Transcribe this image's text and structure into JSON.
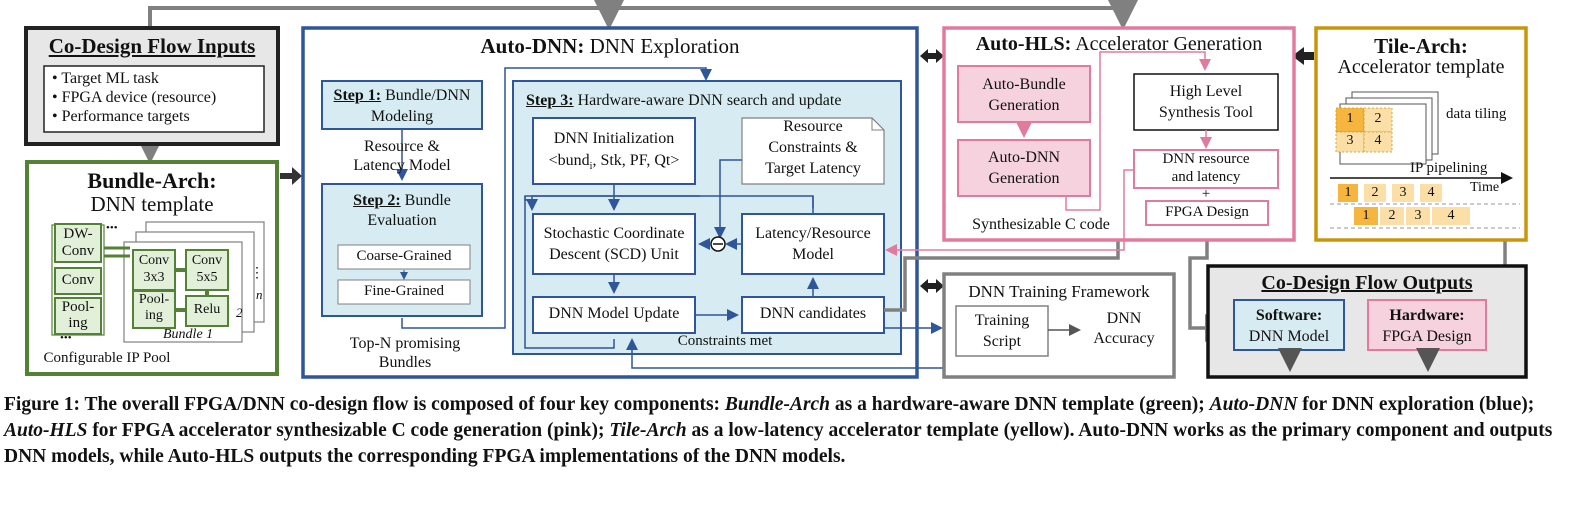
{
  "colors": {
    "blue": "#2f559b",
    "green": "#538135",
    "pink": "#e27aa0",
    "gold": "#c8960b",
    "gray": "#808080",
    "black": "#222222",
    "light_blue": "#d7ecf2",
    "light_pink": "#f6d2de",
    "light_gray": "#e7e7e7",
    "light_green": "#e2efd9",
    "tile_orange": "#f5b53f",
    "tile_light": "#fbdfa6"
  },
  "inputs": {
    "title": "Co-Design Flow Inputs",
    "items": [
      "• Target ML task",
      "• FPGA device (resource)",
      "• Performance targets"
    ]
  },
  "bundle_arch": {
    "title_bold": "Bundle-Arch:",
    "title_rest": "DNN template",
    "pool_items": [
      "DW-Conv",
      "Conv",
      "Pool-ing"
    ],
    "pool_dots": "•••",
    "pool_dots2": "•••",
    "pool_label": "Configurable IP Pool",
    "modules": [
      "Conv 3x3",
      "Conv 5x5",
      "Pool-ing",
      "Relu"
    ],
    "bundle_label": "Bundle 1",
    "stack_labels": [
      "2",
      "n"
    ],
    "stack_dots": "⋮"
  },
  "auto_dnn": {
    "title_bold": "Auto-DNN:",
    "title_rest": "DNN Exploration",
    "step1": {
      "bold": "Step 1:",
      "rest": "Bundle/DNN",
      "line2": "Modeling"
    },
    "model_label": [
      "Resource &",
      "Latency Model"
    ],
    "step2": {
      "bold": "Step 2:",
      "rest": "Bundle",
      "line2": "Evaluation"
    },
    "coarse": "Coarse-Grained",
    "fine": "Fine-Grained",
    "topn": [
      "Top-N promising",
      "Bundles"
    ],
    "step3": {
      "bold": "Step 3:",
      "rest": "Hardware-aware DNN search and update"
    },
    "init": [
      "DNN Initialization",
      "<bund",
      "i",
      ", Stk, PF, Qt>"
    ],
    "constraints": [
      "Resource",
      "Constraints &",
      "Target Latency"
    ],
    "scd": [
      "Stochastic Coordinate",
      "Descent (SCD) Unit"
    ],
    "ominus": "⊖",
    "latency_model": [
      "Latency/Resource",
      "Model"
    ],
    "update": "DNN Model Update",
    "candidates": "DNN candidates",
    "constraints_met": "Constraints met"
  },
  "auto_hls": {
    "title_bold": "Auto-HLS:",
    "title_rest": "Accelerator Generation",
    "bundle_gen": [
      "Auto-Bundle",
      "Generation"
    ],
    "dnn_gen": [
      "Auto-DNN",
      "Generation"
    ],
    "hls_tool": [
      "High Level",
      "Synthesis Tool"
    ],
    "resource": [
      "DNN resource",
      "and latency"
    ],
    "plus": "+",
    "fpga": "FPGA Design",
    "synth": "Synthesizable C code"
  },
  "tile_arch": {
    "title_bold": "Tile-Arch:",
    "title_rest": "Accelerator template",
    "data_tiling": "data tiling",
    "tiles": [
      "1",
      "2",
      "3",
      "4"
    ],
    "ip_pipelining": "IP pipelining",
    "time": "Time",
    "row1": [
      "1",
      "2",
      "3",
      "4"
    ],
    "row2": [
      "1",
      "2",
      "3",
      "4"
    ]
  },
  "training": {
    "title": "DNN Training Framework",
    "script": [
      "Training",
      "Script"
    ],
    "accuracy": [
      "DNN",
      "Accuracy"
    ]
  },
  "outputs": {
    "title": "Co-Design Flow Outputs",
    "software": {
      "bold": "Software:",
      "rest": "DNN Model"
    },
    "hardware": {
      "bold": "Hardware:",
      "rest": "FPGA Design"
    }
  },
  "caption": {
    "lead": "Figure 1: The overall FPGA/DNN co-design flow is composed of four key components: ",
    "t1": "Bundle-Arch",
    "s1": " as a hardware-aware DNN template (green); ",
    "t2": "Auto-DNN",
    "s2": " for DNN exploration (blue); ",
    "t3": "Auto-HLS",
    "s3": " for FPGA accelerator synthesizable C code generation (pink); ",
    "t4": "Tile-Arch",
    "s4": " as a low-latency accelerator template (yellow). Auto-DNN works as the primary component and outputs DNN models, while Auto-HLS outputs the corresponding FPGA implementations of the DNN models."
  }
}
